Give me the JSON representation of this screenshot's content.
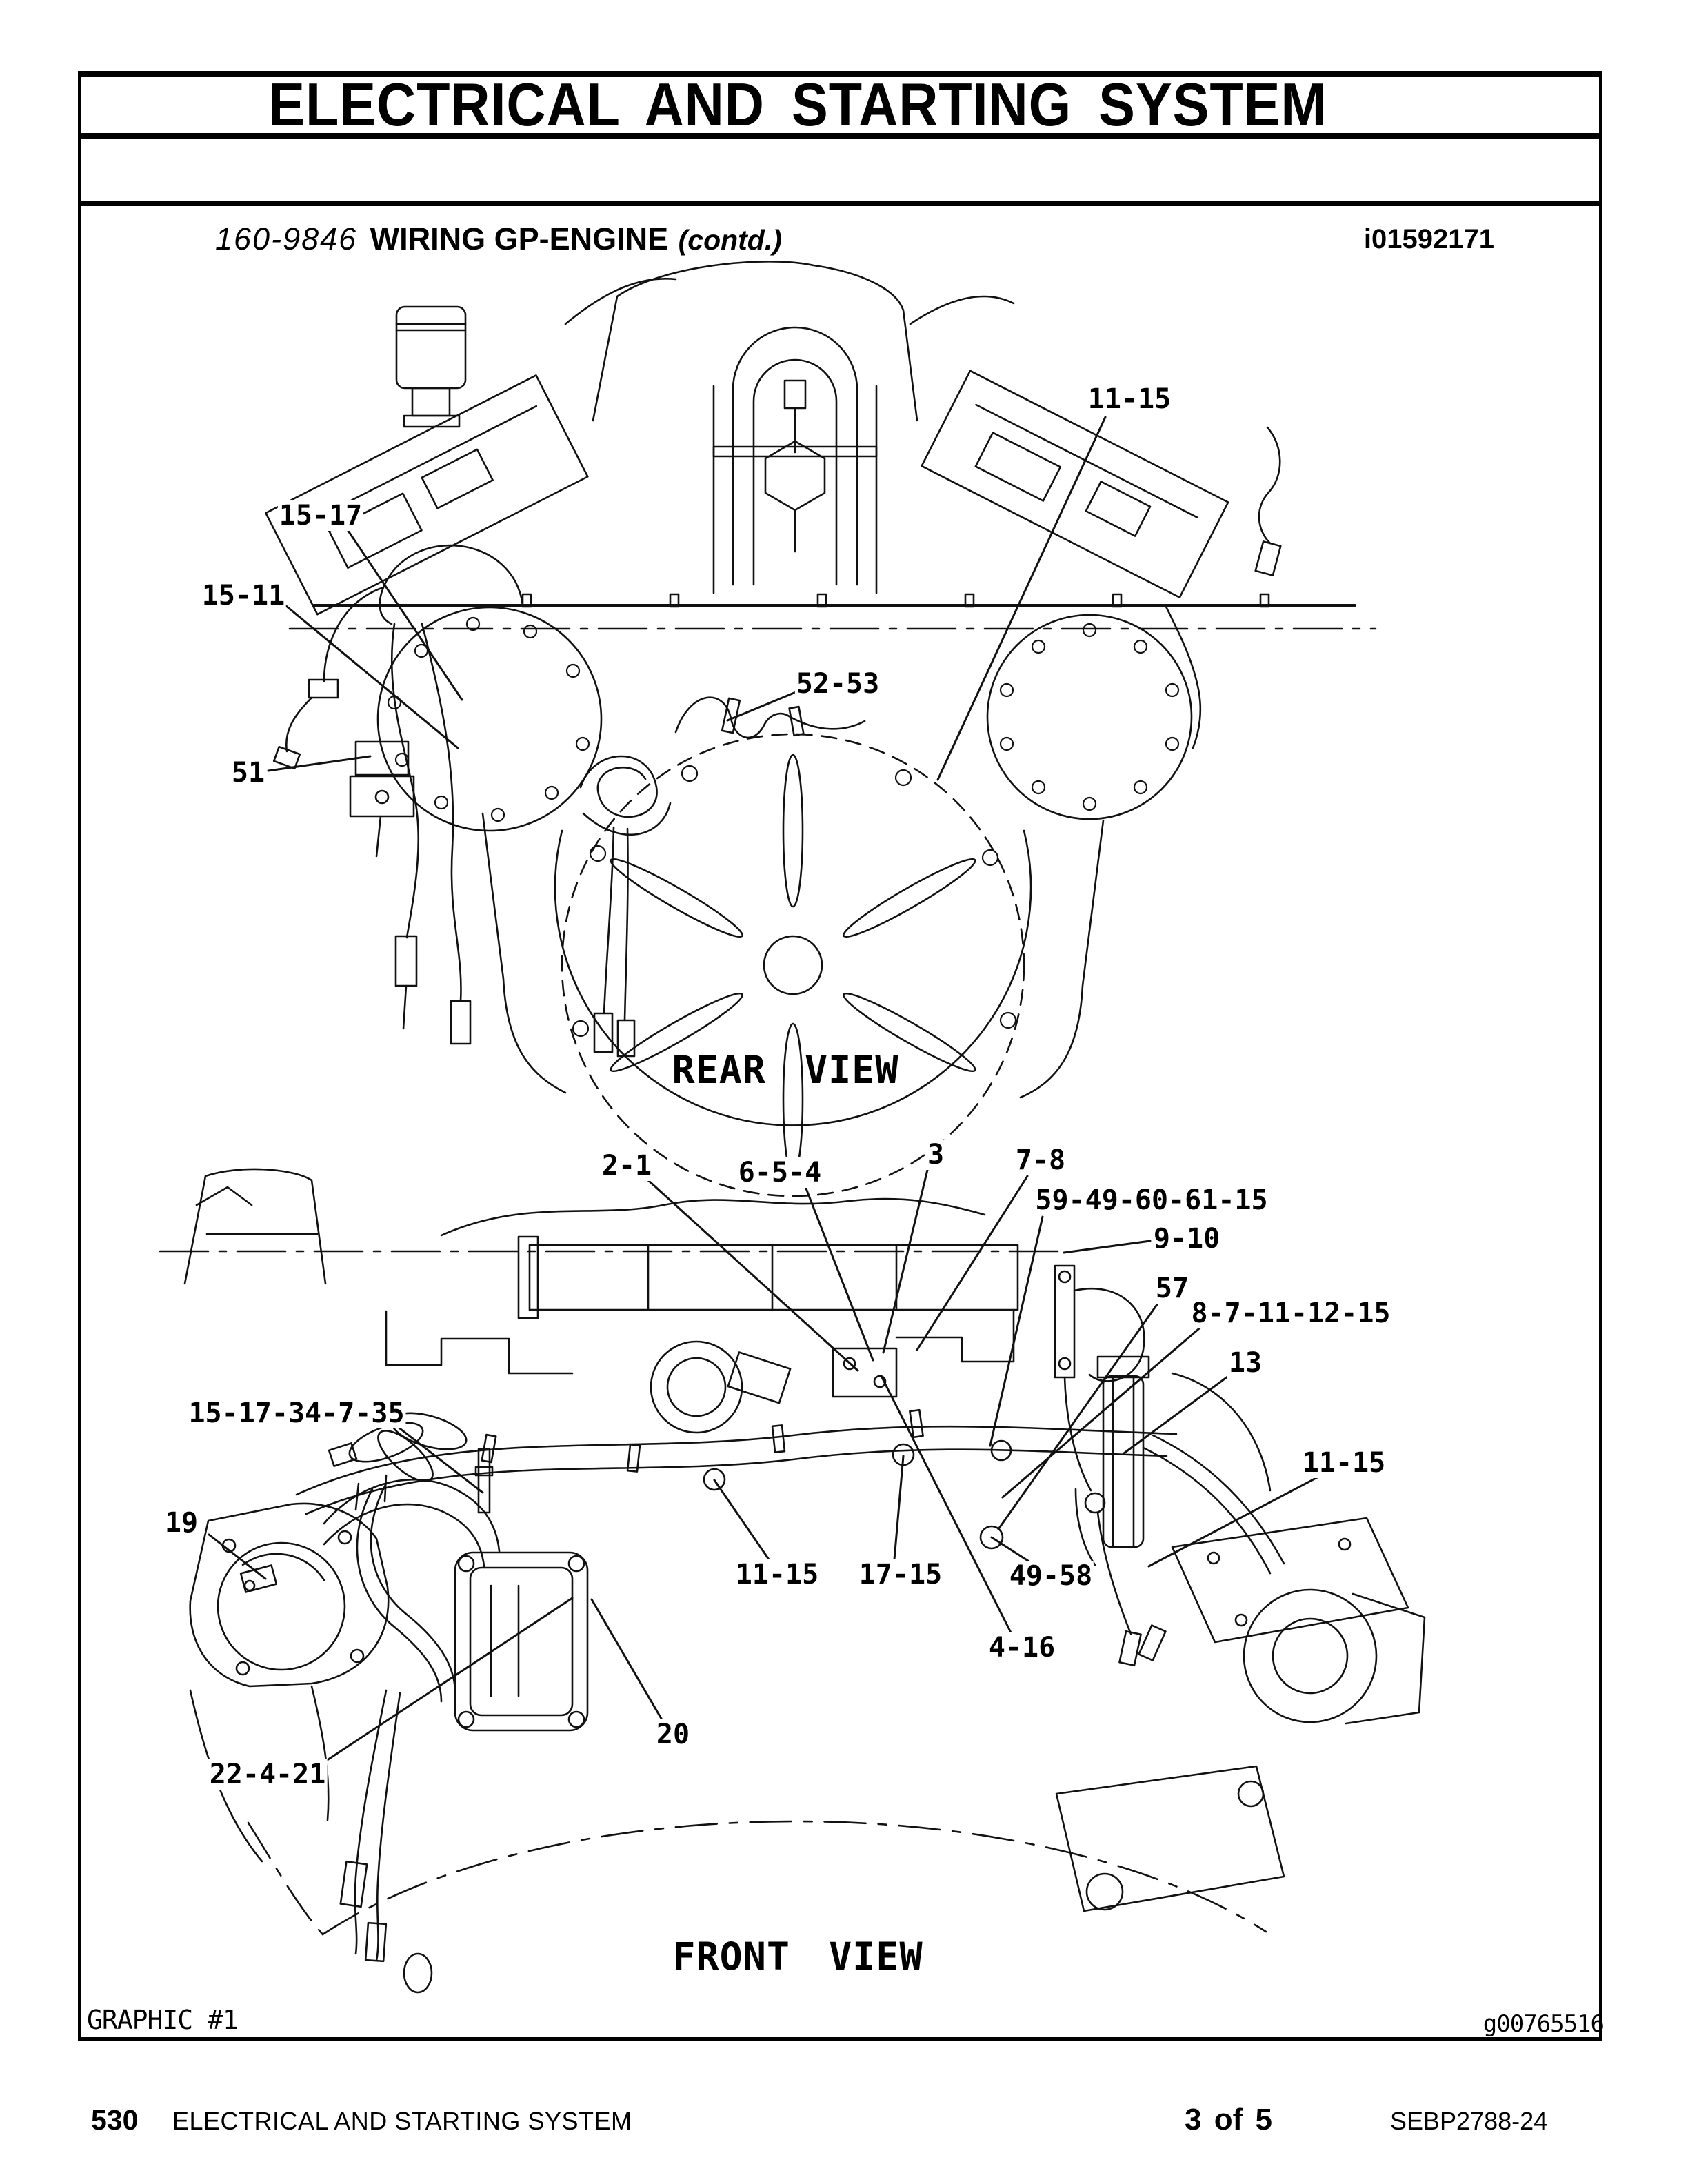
{
  "header": {
    "title": "ELECTRICAL AND STARTING SYSTEM",
    "part_number": "160-9846",
    "group_name": "WIRING GP-ENGINE",
    "continued": "(contd.)",
    "media_id": "i01592171"
  },
  "rear_view": {
    "title": "REAR VIEW",
    "callouts": [
      {
        "text": "15-17"
      },
      {
        "text": "15-11"
      },
      {
        "text": "51"
      },
      {
        "text": "11-15"
      },
      {
        "text": "52-53"
      }
    ]
  },
  "front_view": {
    "title": "FRONT VIEW",
    "callouts": [
      {
        "text": "2-1"
      },
      {
        "text": "6-5-4"
      },
      {
        "text": "3"
      },
      {
        "text": "7-8"
      },
      {
        "text": "59-49-60-61-15"
      },
      {
        "text": "9-10"
      },
      {
        "text": "57"
      },
      {
        "text": "8-7-11-12-15"
      },
      {
        "text": "13"
      },
      {
        "text": "11-15"
      },
      {
        "text": "15-17-34-7-35"
      },
      {
        "text": "19"
      },
      {
        "text": "11-15"
      },
      {
        "text": "17-15"
      },
      {
        "text": "49-58"
      },
      {
        "text": "4-16"
      },
      {
        "text": "20"
      },
      {
        "text": "22-4-21"
      }
    ]
  },
  "graphic": {
    "label": "GRAPHIC #1",
    "image_id": "g00765516"
  },
  "footer": {
    "page_number": "530",
    "section_title": "ELECTRICAL AND STARTING SYSTEM",
    "sheet": "3 of 5",
    "document_code": "SEBP2788-24"
  },
  "colors": {
    "ink": "#000000",
    "paper": "#ffffff"
  }
}
